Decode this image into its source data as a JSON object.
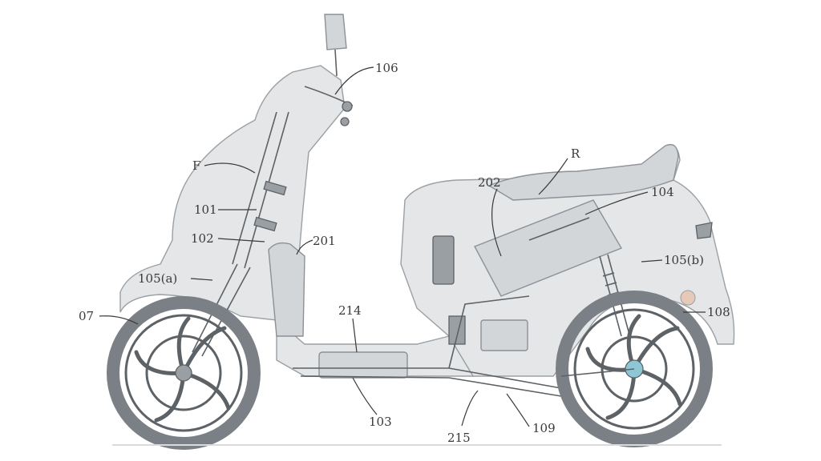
{
  "labels": {
    "l106": "106",
    "lF": "F",
    "lR": "R",
    "l202": "202",
    "l104": "104",
    "l101": "101",
    "l102": "102",
    "l201": "201",
    "l105a": "105(a)",
    "l105b": "105(b)",
    "l07": "07",
    "l214": "214",
    "l108": "108",
    "l103": "103",
    "l215": "215",
    "l109": "109"
  },
  "colors": {
    "background": "#ffffff",
    "body_fill": "#e4e6e8",
    "line": "#5d6266",
    "label": "#3a3a3a"
  }
}
